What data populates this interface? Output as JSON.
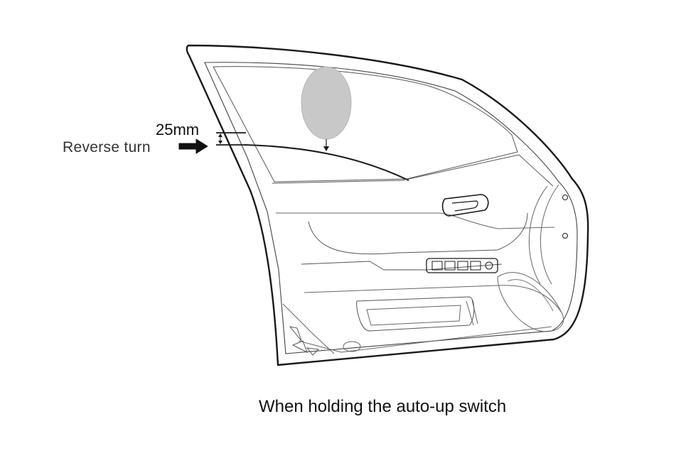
{
  "labels": {
    "dimension": "25mm",
    "reverse": "Reverse turn",
    "caption": "When holding the auto-up switch"
  },
  "colors": {
    "line": "#1a1a1a",
    "object_fill": "#c8c8c8",
    "background": "#ffffff"
  },
  "icons": {
    "arrow": "arrow-right-icon",
    "object": "obstruction-ellipse-icon"
  }
}
